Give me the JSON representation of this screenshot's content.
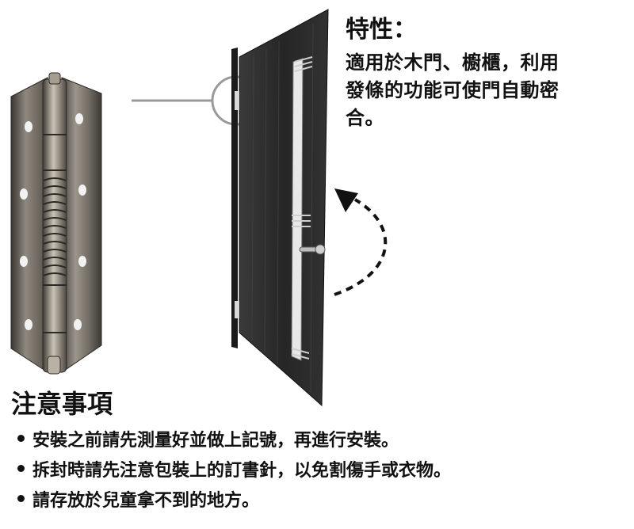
{
  "features": {
    "title": "特性：",
    "lines": [
      "適用於木門、櫥櫃，利用",
      "發條的功能可使門自動密",
      "合。"
    ]
  },
  "illustration": {
    "hinge_icon": "spring-hinge",
    "door_icon": "door",
    "arrow_icon": "dashed-curved-arrow",
    "colors": {
      "door": "#2b2b2b",
      "hinge_metal": "#7a746a",
      "callout": "#9a9a9a"
    }
  },
  "notes": {
    "title": "注意事項",
    "items": [
      "安裝之前請先測量好並做上記號，再進行安裝。",
      "拆封時請先注意包裝上的訂書針，以免割傷手或衣物。",
      "請存放於兒童拿不到的地方。"
    ]
  }
}
